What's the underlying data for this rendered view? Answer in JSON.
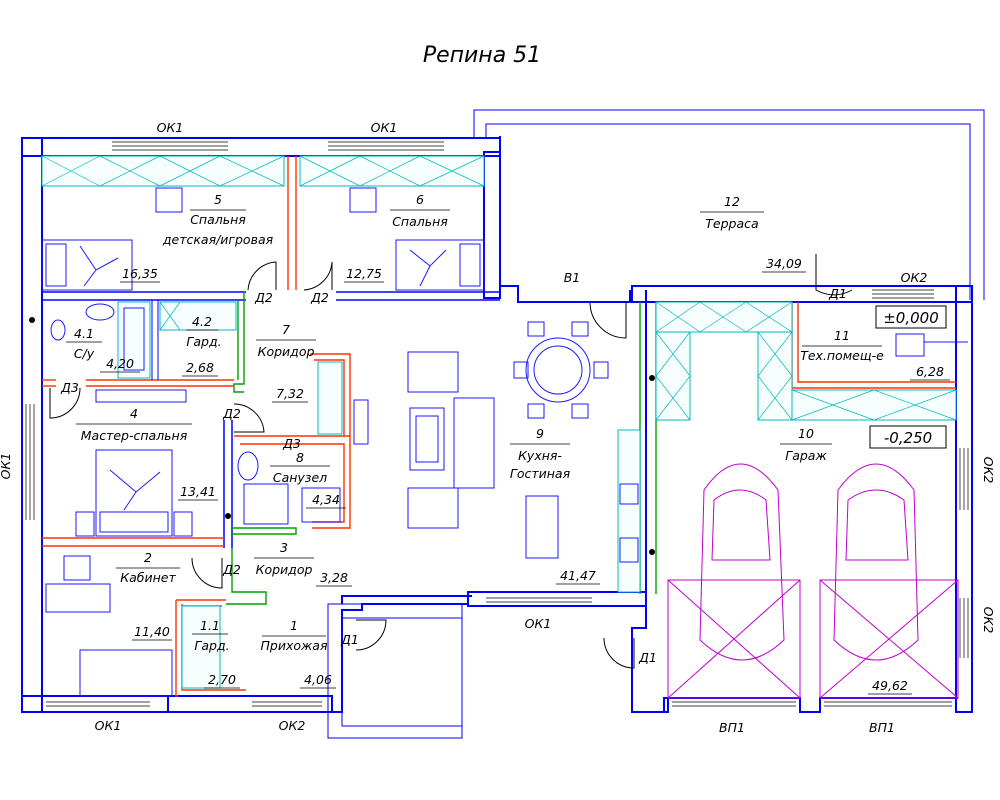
{
  "title": "Репина 51",
  "rooms": {
    "r1": {
      "num": "1",
      "name": "Прихожая",
      "area": "4,06"
    },
    "r1_1": {
      "num": "1.1",
      "name": "Гард.",
      "area": "2,70"
    },
    "r2": {
      "num": "2",
      "name": "Кабинет",
      "area": "11,40"
    },
    "r3": {
      "num": "3",
      "name": "Коридор",
      "area": "3,28"
    },
    "r4": {
      "num": "4",
      "name": "Мастер-спальня",
      "area": "13,41"
    },
    "r4_1": {
      "num": "4.1",
      "name": "С/у",
      "area": "4,20"
    },
    "r4_2": {
      "num": "4.2",
      "name": "Гард.",
      "area": "2,68"
    },
    "r5": {
      "num": "5",
      "name1": "Спальня",
      "name2": "детская/игровая",
      "area": "16,35"
    },
    "r6": {
      "num": "6",
      "name": "Спальня",
      "area": "12,75"
    },
    "r7": {
      "num": "7",
      "name": "Коридор",
      "area": "7,32"
    },
    "r8": {
      "num": "8",
      "name": "Санузел",
      "area": "4,34"
    },
    "r9": {
      "num": "9",
      "name1": "Кухня-",
      "name2": "Гостиная",
      "area": "41,47"
    },
    "r10": {
      "num": "10",
      "name": "Гараж",
      "area": "49,62"
    },
    "r11": {
      "num": "11",
      "name": "Тех.помещ-е",
      "area": "6,28"
    },
    "r12": {
      "num": "12",
      "name": "Терраса",
      "area": "34,09"
    }
  },
  "doors": {
    "d1": "Д1",
    "d2": "Д2",
    "d3": "Д3",
    "v1": "В1",
    "vp1": "ВП1"
  },
  "windows": {
    "ok1": "ОК1",
    "ok2": "ОК2"
  },
  "levels": {
    "zero": "±0,000",
    "garage": "-0,250"
  },
  "colors": {
    "walls": "#0000ff",
    "partitions_red": "#ff3300",
    "partitions_green": "#00a000",
    "cabinets": "#00b8c0",
    "cars": "#c000d0"
  }
}
